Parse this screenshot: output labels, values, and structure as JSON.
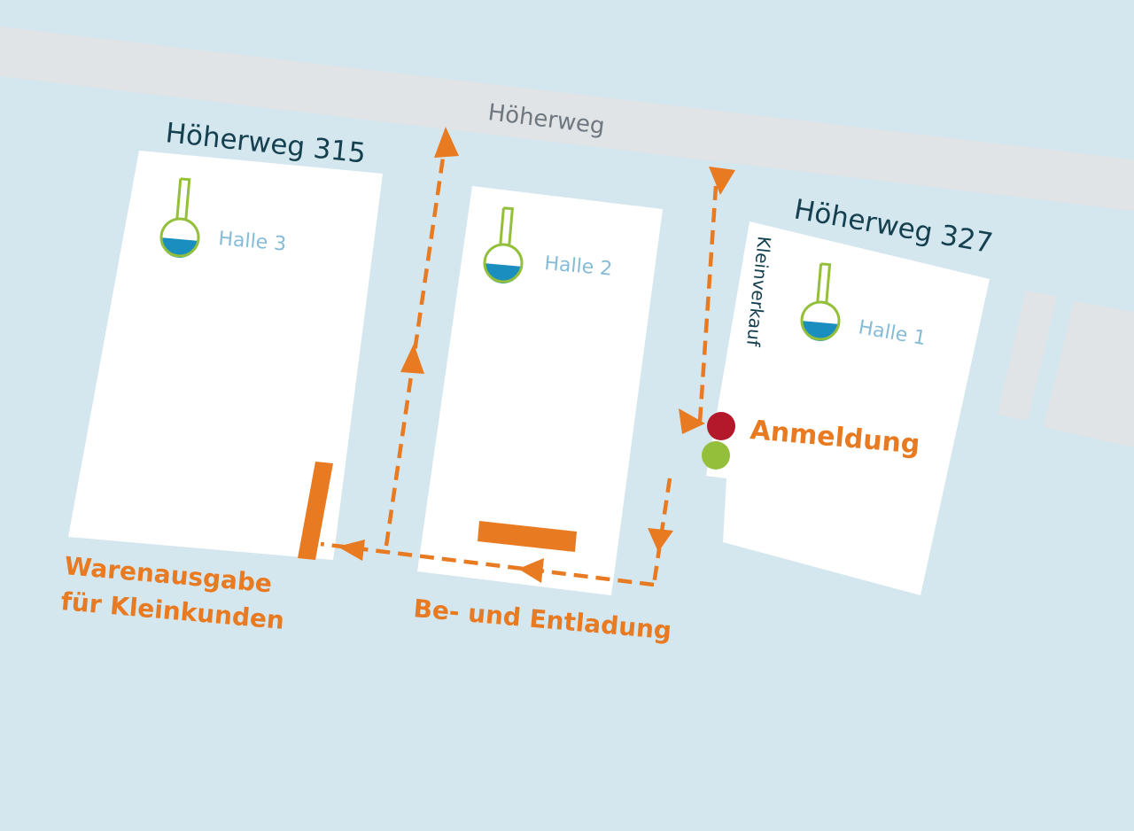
{
  "street": {
    "name": "Höherweg"
  },
  "addresses": {
    "left": "Höherweg 315",
    "right": "Höherweg 327"
  },
  "halls": {
    "hall3": "Halle 3",
    "hall2": "Halle 2",
    "hall1": "Halle 1"
  },
  "side_label": "Kleinverkauf",
  "registration": "Anmeldung",
  "pickup": {
    "line1": "Warenausgabe",
    "line2": "für Kleinkunden"
  },
  "loading": "Be- und Entladung",
  "icons": [
    "flask-icon",
    "arrow-icon",
    "signal-light-icon"
  ],
  "colors": {
    "background": "#d4e6ee",
    "road": "#e1e4e7",
    "building": "#ffffff",
    "accent_orange": "#e87a22",
    "signal_red": "#b3192b",
    "signal_green": "#93bf3a",
    "flask_outline": "#93bf3a",
    "flask_liquid": "#1a8fbf",
    "address_text": "#15404f",
    "hall_text": "#86bcd6"
  }
}
